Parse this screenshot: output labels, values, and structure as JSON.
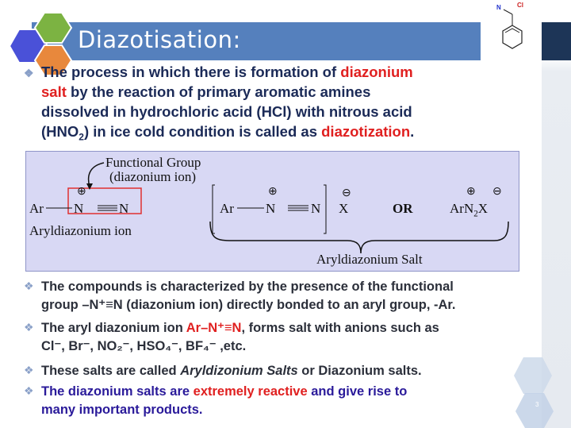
{
  "title": "Diazotisation:",
  "corner_structure": {
    "n_label": "N",
    "cl_label": "Cl"
  },
  "bullet1": {
    "p1": "The process in which there is formation of ",
    "r1": "diazonium",
    "l2a": "salt",
    "l2b": " by the reaction of primary aromatic amines",
    "l3": "dissolved in hydrochloric acid (HCl) with nitrous acid",
    "l4a": "(HNO",
    "l4sub": "2",
    "l4b": ") in ice cold condition is called as ",
    "r2": "diazotization",
    "end": "."
  },
  "diagram": {
    "functional_group": "Functional Group",
    "diazonium_ion": "(diazonium ion)",
    "ar": "Ar",
    "n": "N",
    "plus": "⊕",
    "minus": "⊖",
    "aryldiazonium_ion": "Aryldiazonium ion",
    "x": "X",
    "or": "OR",
    "arn": "ArN",
    "sub2": "2",
    "salt_label": "Aryldiazonium Salt"
  },
  "bullet2": {
    "l1": "The compounds is characterized by the presence of the functional",
    "l2": "group –N⁺≡N (diazonium ion) directly bonded to an aryl group, -Ar."
  },
  "bullet3": {
    "a": " The aryl diazonium ion ",
    "r": "Ar–N⁺≡N",
    "b": ", forms salt with anions such as",
    "l2": "Cl⁻, Br⁻, NO₂⁻, HSO₄⁻, BF₄⁻ ,etc."
  },
  "bullet4": {
    "a": "These salts are called ",
    "i": "Aryldizonium Salts",
    "b": " or Diazonium salts."
  },
  "bullet5": {
    "a": "The diazonium salts are ",
    "r": "extremely reactive",
    "b": " and give rise to",
    "l2": "many important products."
  },
  "bullet_glyph": "❖",
  "page_number": "3",
  "colors": {
    "title_bar": "#5580bd",
    "navy": "#1d3557",
    "red": "#e02020",
    "text": "#1b2a57",
    "purple": "#2a1a9a"
  }
}
